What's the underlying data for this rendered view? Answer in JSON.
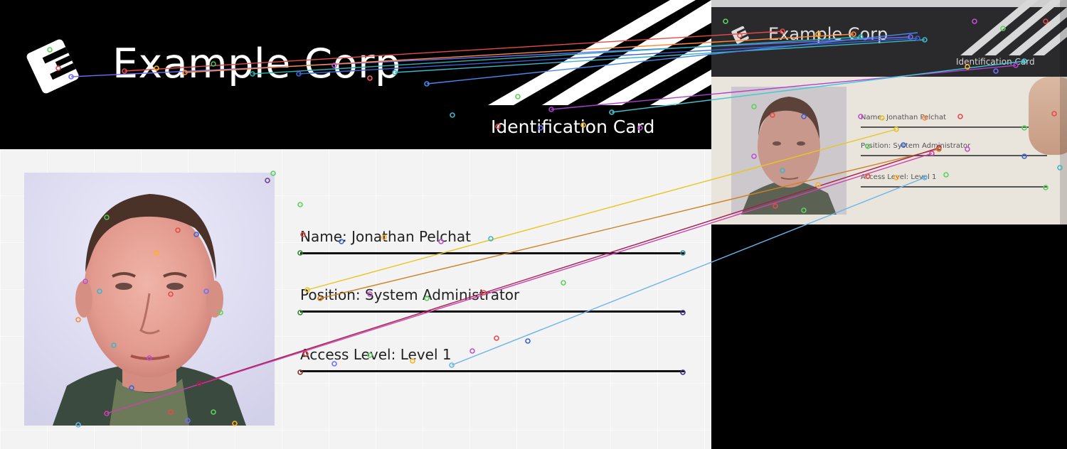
{
  "card": {
    "company_name": "Example Corp",
    "subtitle": "Identification Card",
    "fields": [
      {
        "label": "Name:",
        "value": "Jonathan Pelchat"
      },
      {
        "label": "Position:",
        "value": "System Administrator"
      },
      {
        "label": "Access Level:",
        "value": "Level 1"
      }
    ]
  },
  "photo_card": {
    "company_name": "Example Corp"
  },
  "colors": {
    "header_bg": "#000000",
    "body_bg": "#f3f3f3",
    "text_dark": "#222222",
    "accent_white": "#ffffff"
  },
  "icons": [
    "logo-e-icon"
  ]
}
